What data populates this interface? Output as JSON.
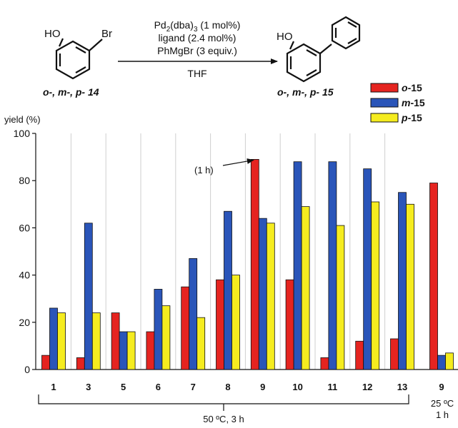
{
  "scheme": {
    "reactant_oh": "HO",
    "reactant_br": "Br",
    "reactant_label_prefix": "o-, m-, p-",
    "reactant_label_num": "14",
    "reagent_line1_a": "Pd",
    "reagent_line1_sub1": "2",
    "reagent_line1_b": "(dba)",
    "reagent_line1_sub2": "3",
    "reagent_line1_c": " (1 mol%)",
    "reagent_line2": "ligand (2.4 mol%)",
    "reagent_line3": "PhMgBr (3 equiv.)",
    "solvent": "THF",
    "product_oh": "HO",
    "product_label_prefix": "o-, m-, p-",
    "product_label_num": "15"
  },
  "colors": {
    "o": "#e52420",
    "m": "#2a55b9",
    "p": "#f5ec1f"
  },
  "chart_data": {
    "type": "bar",
    "ylabel": "yield (%)",
    "ylim": [
      0,
      100
    ],
    "yticks": [
      0,
      20,
      40,
      60,
      80,
      100
    ],
    "grid": "vertical separators between groups",
    "legend_placement": "top-right",
    "legend": [
      {
        "prefix": "o",
        "suffix": "-15"
      },
      {
        "prefix": "m",
        "suffix": "-15"
      },
      {
        "prefix": "p",
        "suffix": "-15"
      }
    ],
    "categories": [
      "1",
      "3",
      "5",
      "6",
      "7",
      "8",
      "9",
      "10",
      "11",
      "12",
      "13",
      "9"
    ],
    "series": [
      {
        "name": "o-15",
        "values": [
          6,
          5,
          24,
          16,
          35,
          38,
          89,
          38,
          5,
          12,
          13,
          79
        ]
      },
      {
        "name": "m-15",
        "values": [
          26,
          62,
          16,
          34,
          47,
          67,
          64,
          88,
          88,
          85,
          75,
          6
        ]
      },
      {
        "name": "p-15",
        "values": [
          24,
          24,
          16,
          27,
          22,
          40,
          62,
          69,
          61,
          71,
          70,
          7
        ]
      }
    ],
    "annotation": "(1 h)",
    "group_bracket_label": "50 ºC, 3 h",
    "last_condition_line1": "25 ºC",
    "last_condition_line2": "1 h"
  }
}
